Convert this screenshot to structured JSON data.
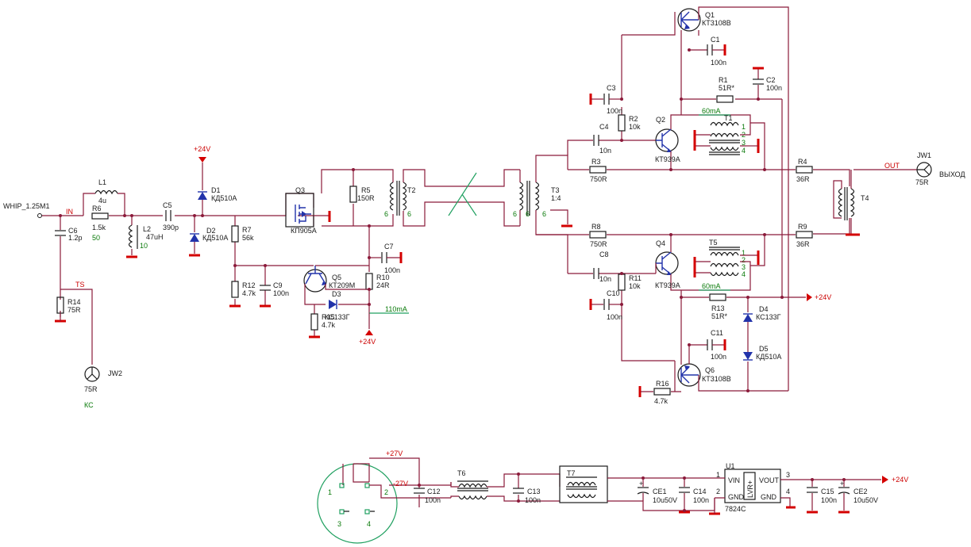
{
  "labels": {
    "whip": "WHIP_1.25M1",
    "in": "IN",
    "ts": "TS",
    "out": "OUT",
    "vyhod": "ВЫХОД",
    "ks": "КС",
    "v24_d1": "+24V",
    "v24_q5": "+24V",
    "v24_right": "+24V",
    "v24_psu": "+24V",
    "v27p": "+27V",
    "v27n": "-27V",
    "i110": "110mA",
    "i60a": "60mA",
    "i60b": "60mA",
    "n50": "50",
    "n10": "10"
  },
  "components": {
    "L1": {
      "ref": "L1",
      "value": "4u"
    },
    "R6": {
      "ref": "R6",
      "value": "1.5k"
    },
    "C6": {
      "ref": "C6",
      "value": "1.2p"
    },
    "R14": {
      "ref": "R14",
      "value": "75R"
    },
    "JW2": {
      "ref": "JW2",
      "value": "75R"
    },
    "L2": {
      "ref": "L2",
      "value": "47uH"
    },
    "C5": {
      "ref": "C5",
      "value": "390p"
    },
    "D1": {
      "ref": "D1",
      "value": "КД510А"
    },
    "D2": {
      "ref": "D2",
      "value": "КД510А"
    },
    "R7": {
      "ref": "R7",
      "value": "56k"
    },
    "R12": {
      "ref": "R12",
      "value": "4.7k"
    },
    "C9": {
      "ref": "C9",
      "value": "100n"
    },
    "Q3": {
      "ref": "Q3",
      "value": "КП905А"
    },
    "R5": {
      "ref": "R5",
      "value": "150R"
    },
    "T2": {
      "ref": "T2",
      "value": ""
    },
    "C7": {
      "ref": "C7",
      "value": "100n"
    },
    "R10": {
      "ref": "R10",
      "value": "24R"
    },
    "Q5": {
      "ref": "Q5",
      "value": "КТ209М"
    },
    "D3": {
      "ref": "D3",
      "value": "КС133Г"
    },
    "R15": {
      "ref": "R15",
      "value": "4.7k"
    },
    "T3": {
      "ref": "T3",
      "value": "1:4"
    },
    "Q1": {
      "ref": "Q1",
      "value": "КТ3108В"
    },
    "C1": {
      "ref": "C1",
      "value": "100n"
    },
    "C3": {
      "ref": "C3",
      "value": "100n"
    },
    "R2": {
      "ref": "R2",
      "value": "10k"
    },
    "R1": {
      "ref": "R1",
      "value": "51R*"
    },
    "C2": {
      "ref": "C2",
      "value": "100n"
    },
    "C4": {
      "ref": "C4",
      "value": "10n"
    },
    "Q2": {
      "ref": "Q2",
      "value": "КТ939А"
    },
    "T1": {
      "ref": "T1",
      "value": ""
    },
    "R3": {
      "ref": "R3",
      "value": "750R"
    },
    "R4": {
      "ref": "R4",
      "value": "36R"
    },
    "T4": {
      "ref": "T4",
      "value": ""
    },
    "JW1": {
      "ref": "JW1",
      "value": "75R"
    },
    "R8": {
      "ref": "R8",
      "value": "750R"
    },
    "R9": {
      "ref": "R9",
      "value": "36R"
    },
    "C8": {
      "ref": "C8",
      "value": "10n"
    },
    "Q4": {
      "ref": "Q4",
      "value": "КТ939А"
    },
    "T5": {
      "ref": "T5",
      "value": ""
    },
    "R11": {
      "ref": "R11",
      "value": "10k"
    },
    "C10": {
      "ref": "C10",
      "value": "100n"
    },
    "R13": {
      "ref": "R13",
      "value": "51R*"
    },
    "D4": {
      "ref": "D4",
      "value": "КС133Г"
    },
    "D5": {
      "ref": "D5",
      "value": "КД510А"
    },
    "C11": {
      "ref": "C11",
      "value": "100n"
    },
    "Q6": {
      "ref": "Q6",
      "value": "КТ3108В"
    },
    "R16": {
      "ref": "R16",
      "value": "4.7k"
    },
    "C12": {
      "ref": "C12",
      "value": "100n"
    },
    "T6": {
      "ref": "T6",
      "value": ""
    },
    "C13": {
      "ref": "C13",
      "value": "100n"
    },
    "T7": {
      "ref": "T7",
      "value": ""
    },
    "CE1": {
      "ref": "CE1",
      "value": "10u50V"
    },
    "C14": {
      "ref": "C14",
      "value": "100n"
    },
    "U1": {
      "ref": "U1",
      "value": "7824C"
    },
    "C15": {
      "ref": "C15",
      "value": "100n"
    },
    "CE2": {
      "ref": "CE2",
      "value": "10u50V"
    }
  },
  "pins": {
    "t2_a": "6",
    "t2_b": "6",
    "t3_a": "6",
    "t3_b": "6",
    "t3_c": "6",
    "conn_1": "1",
    "conn_2": "2",
    "conn_3": "3",
    "conn_4": "4",
    "u1_1": "1",
    "u1_2": "2",
    "u1_3": "3",
    "u1_4": "4",
    "u1_vin": "VIN",
    "u1_vout": "VOUT",
    "u1_gnd1": "GND",
    "u1_gnd2": "GND",
    "u1_lvr": "LVR+",
    "t1_1": "1",
    "t1_2": "2",
    "t1_3": "3",
    "t1_4": "4",
    "t5_1": "1",
    "t5_2": "2",
    "t5_3": "3",
    "t5_4": "4"
  },
  "colors": {
    "wire": "#8b1a3a",
    "ground": "#d40000",
    "semiconductor": "#2233aa",
    "netlabel": "#0a7a0a"
  }
}
